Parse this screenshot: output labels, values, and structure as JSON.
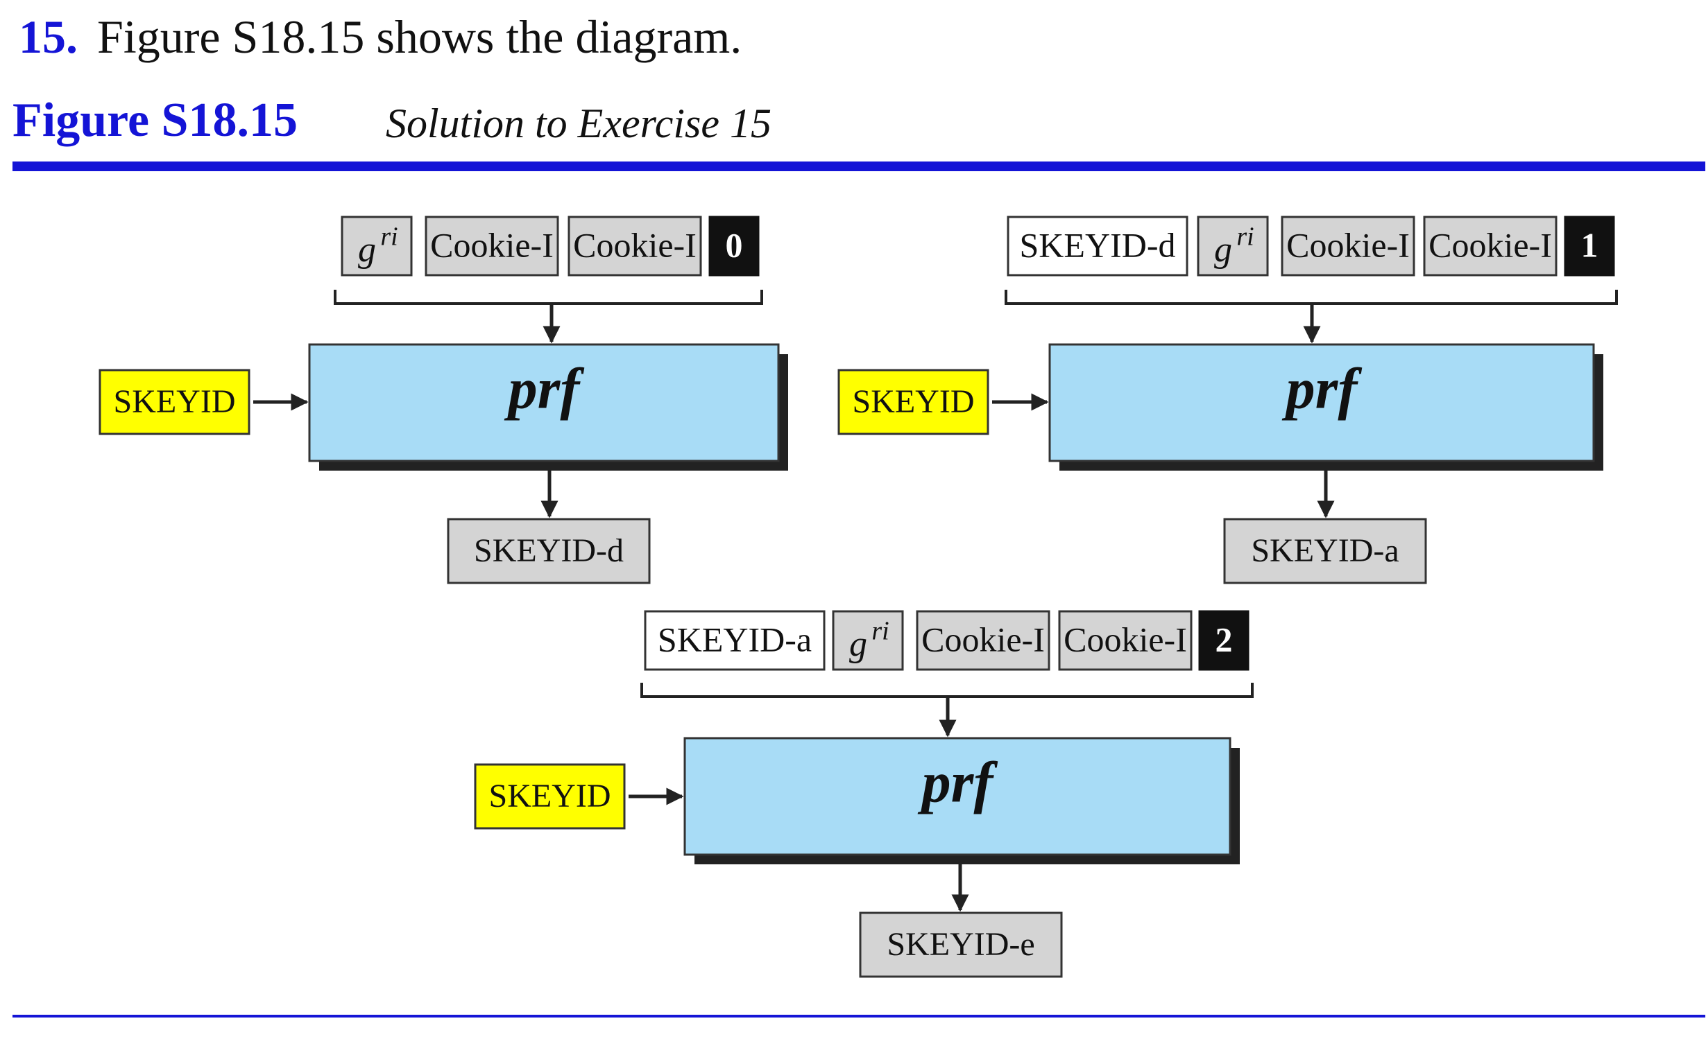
{
  "exercise": {
    "number": "15.",
    "text": "Figure S18.15 shows the diagram."
  },
  "figure": {
    "label": "Figure S18.15",
    "caption": "Solution to Exercise 15"
  },
  "colors": {
    "accent_blue": "#1414d6",
    "prf_fill": "#a8dcf6",
    "key_fill": "#ffff00",
    "field_gray": "#d4d4d4",
    "output_gray": "#d4d4d4",
    "index_black": "#111111"
  },
  "diagram": {
    "blocks": [
      {
        "inputs": [
          {
            "kind": "gri",
            "base": "g",
            "sup": "ri"
          },
          {
            "kind": "gray",
            "text": "Cookie-I"
          },
          {
            "kind": "gray",
            "text": "Cookie-I"
          },
          {
            "kind": "index",
            "text": "0"
          }
        ],
        "key": "SKEYID",
        "func": "prf",
        "output": "SKEYID-d"
      },
      {
        "inputs": [
          {
            "kind": "white",
            "text": "SKEYID-d"
          },
          {
            "kind": "gri",
            "base": "g",
            "sup": "ri"
          },
          {
            "kind": "gray",
            "text": "Cookie-I"
          },
          {
            "kind": "gray",
            "text": "Cookie-I"
          },
          {
            "kind": "index",
            "text": "1"
          }
        ],
        "key": "SKEYID",
        "func": "prf",
        "output": "SKEYID-a"
      },
      {
        "inputs": [
          {
            "kind": "white",
            "text": "SKEYID-a"
          },
          {
            "kind": "gri",
            "base": "g",
            "sup": "ri"
          },
          {
            "kind": "gray",
            "text": "Cookie-I"
          },
          {
            "kind": "gray",
            "text": "Cookie-I"
          },
          {
            "kind": "index",
            "text": "2"
          }
        ],
        "key": "SKEYID",
        "func": "prf",
        "output": "SKEYID-e"
      }
    ]
  }
}
